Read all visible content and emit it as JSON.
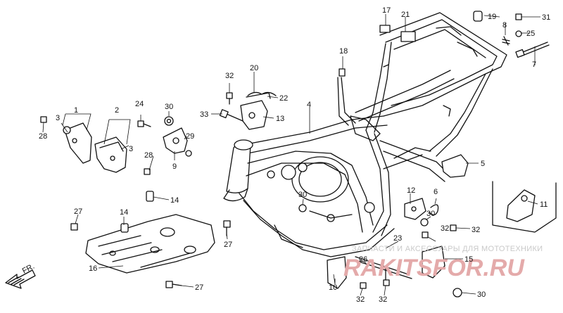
{
  "diagram": {
    "part_numbers": [
      "1",
      "2",
      "3",
      "3",
      "4",
      "5",
      "6",
      "7",
      "8",
      "9",
      "10",
      "11",
      "12",
      "13",
      "14",
      "14",
      "15",
      "16",
      "17",
      "18",
      "19",
      "20",
      "21",
      "22",
      "23",
      "24",
      "25",
      "26",
      "27",
      "27",
      "27",
      "28",
      "28",
      "29",
      "30",
      "30",
      "30",
      "30",
      "31",
      "32",
      "32",
      "32",
      "32",
      "33"
    ],
    "direction_label": "FR.",
    "watermark_text": "ЗАПЧАСТИ И АКСЕССУАРЫ ДЛЯ МОТОТЕХНИКИ",
    "logo_text": "RAKITSFOR.RU",
    "colors": {
      "ink": "#111111",
      "watermark": "#c9c9c9",
      "logo": "#e4aaaa"
    }
  }
}
